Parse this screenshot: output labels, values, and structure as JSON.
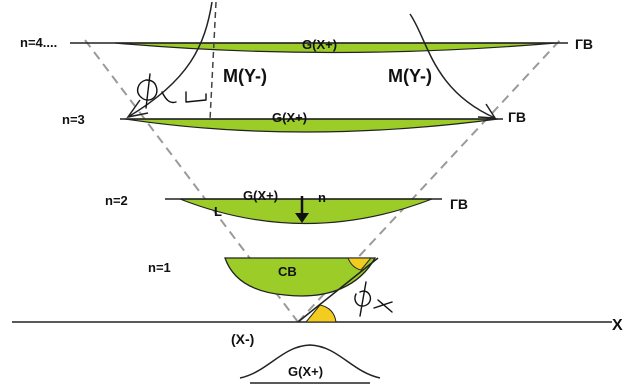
{
  "levels": {
    "n4": "n=4....",
    "n3": "n=3",
    "n2": "n=2",
    "n1": "n=1"
  },
  "upper_waters": {
    "level4": "ГВ",
    "level3": "ГВ",
    "level2": "ГВ"
  },
  "lens_labels": {
    "level4": "G(X+)",
    "level3": "G(X+)",
    "level2": "G(X+)",
    "level1": "СВ"
  },
  "arc_labels": {
    "left": "M(Y-)",
    "right": "M(Y-)"
  },
  "level2_extra": {
    "left_mark": "L",
    "right_mark": "n"
  },
  "axis": {
    "x_label": "X"
  },
  "bump": {
    "top_label": "(X-)",
    "bottom_label": "G(X+)"
  },
  "colors": {
    "lens_fill": "#9ccc28",
    "angle_fill": "#f2cc1e",
    "line": "#222222",
    "dashed": "#999999"
  }
}
